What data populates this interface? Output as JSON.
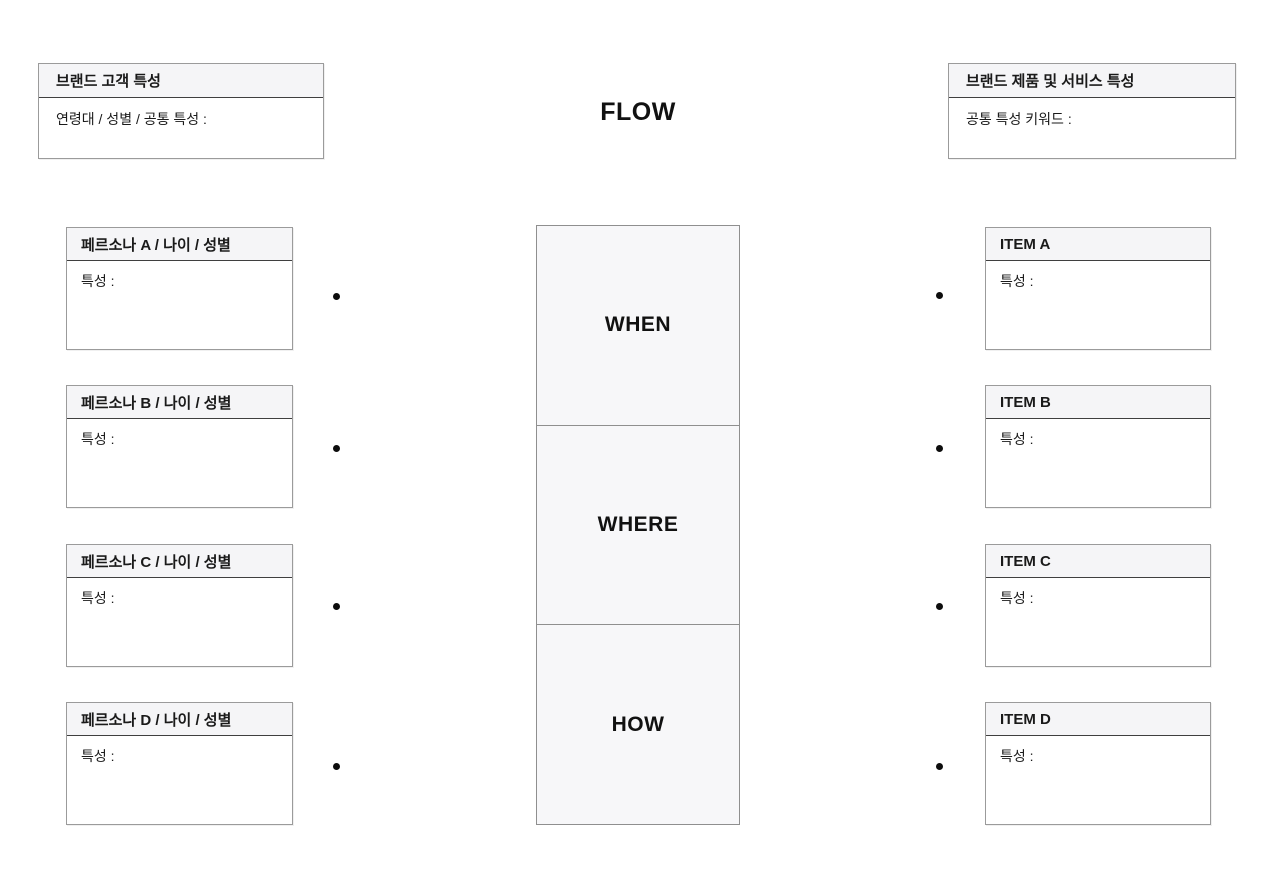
{
  "title": "FLOW",
  "colors": {
    "header_bg": "#f5f5f7",
    "box_border": "#9b9b9b",
    "header_divider": "#3f3f3f",
    "flow_bg": "#f7f7f9",
    "dot": "#0d0d0d",
    "text": "#1a1a1a"
  },
  "top_left_box": {
    "header": "브랜드 고객 특성",
    "body": "연령대 / 성별 / 공통 특성 :"
  },
  "top_right_box": {
    "header": "브랜드 제품 및 서비스 특성",
    "body": "공통 특성 키워드 :"
  },
  "personas": [
    {
      "header": "페르소나 A / 나이 / 성별",
      "body": "특성 :"
    },
    {
      "header": "페르소나 B / 나이 / 성별",
      "body": "특성 :"
    },
    {
      "header": "페르소나 C / 나이 / 성별",
      "body": "특성 :"
    },
    {
      "header": "페르소나 D / 나이 / 성별",
      "body": "특성 :"
    }
  ],
  "flow_steps": [
    {
      "label": "WHEN"
    },
    {
      "label": "WHERE"
    },
    {
      "label": "HOW"
    }
  ],
  "items": [
    {
      "header": "ITEM A",
      "body": "특성 :"
    },
    {
      "header": "ITEM B",
      "body": "특성 :"
    },
    {
      "header": "ITEM C",
      "body": "특성 :"
    },
    {
      "header": "ITEM D",
      "body": "특성 :"
    }
  ]
}
